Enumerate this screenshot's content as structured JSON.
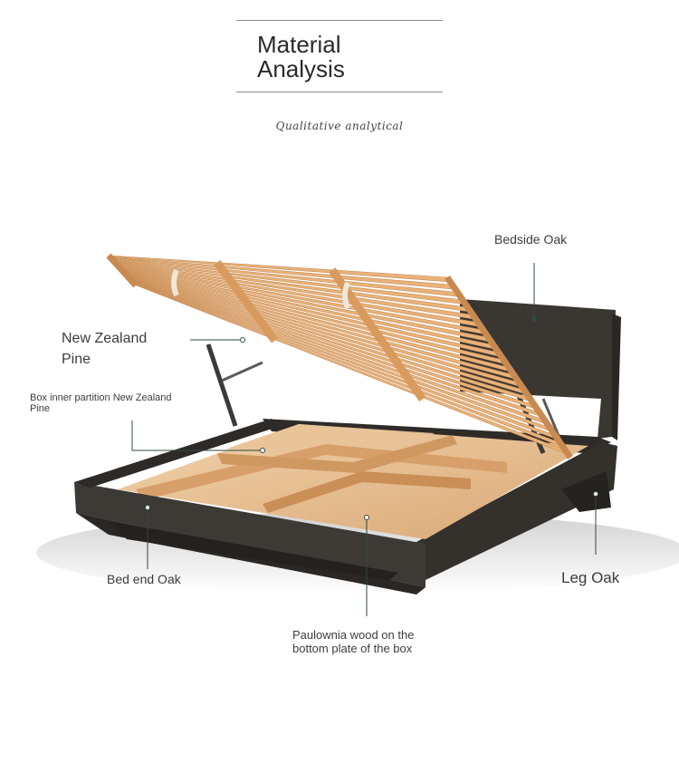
{
  "header": {
    "title_line1": "Material",
    "title_line2": "Analysis",
    "subtitle": "Qualitative analytical"
  },
  "labels": {
    "bedside": "Bedside Oak",
    "nz_pine_1": "New Zealand",
    "nz_pine_2": "Pine",
    "partition_1": "Box inner partition New Zealand",
    "partition_2": "Pine",
    "bed_end": "Bed end Oak",
    "leg": "Leg Oak",
    "paulownia_1": "Paulownia wood on the",
    "paulownia_2": "bottom plate of the box"
  },
  "colors": {
    "frame": "#3b3733",
    "frame_shade": "#2a2724",
    "pine": "#e3b98a",
    "pine_light": "#f0cfa6",
    "slat": "#e8b27a",
    "slat_edge": "#c98e56",
    "leader": "#2f4a40"
  }
}
